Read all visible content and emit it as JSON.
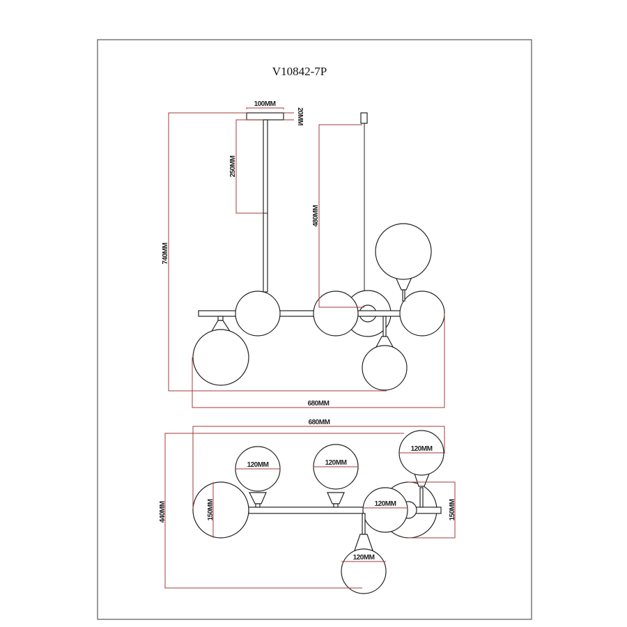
{
  "title": "V10842-7P",
  "side_view": {
    "canopy_width": "100MM",
    "canopy_height": "20MM",
    "rod_length": "250MM",
    "wire_length": "480MM",
    "total_height": "740MM",
    "total_width": "680MM"
  },
  "top_view": {
    "total_width": "680MM",
    "total_depth": "440MM",
    "large_globe_left": "150MM",
    "large_globe_right": "150MM",
    "globe_1": "120MM",
    "globe_2": "120MM",
    "globe_3": "120MM",
    "globe_4": "120MM",
    "globe_5": "120MM"
  },
  "colors": {
    "dimension": "#a33a3a",
    "line": "#222222"
  }
}
